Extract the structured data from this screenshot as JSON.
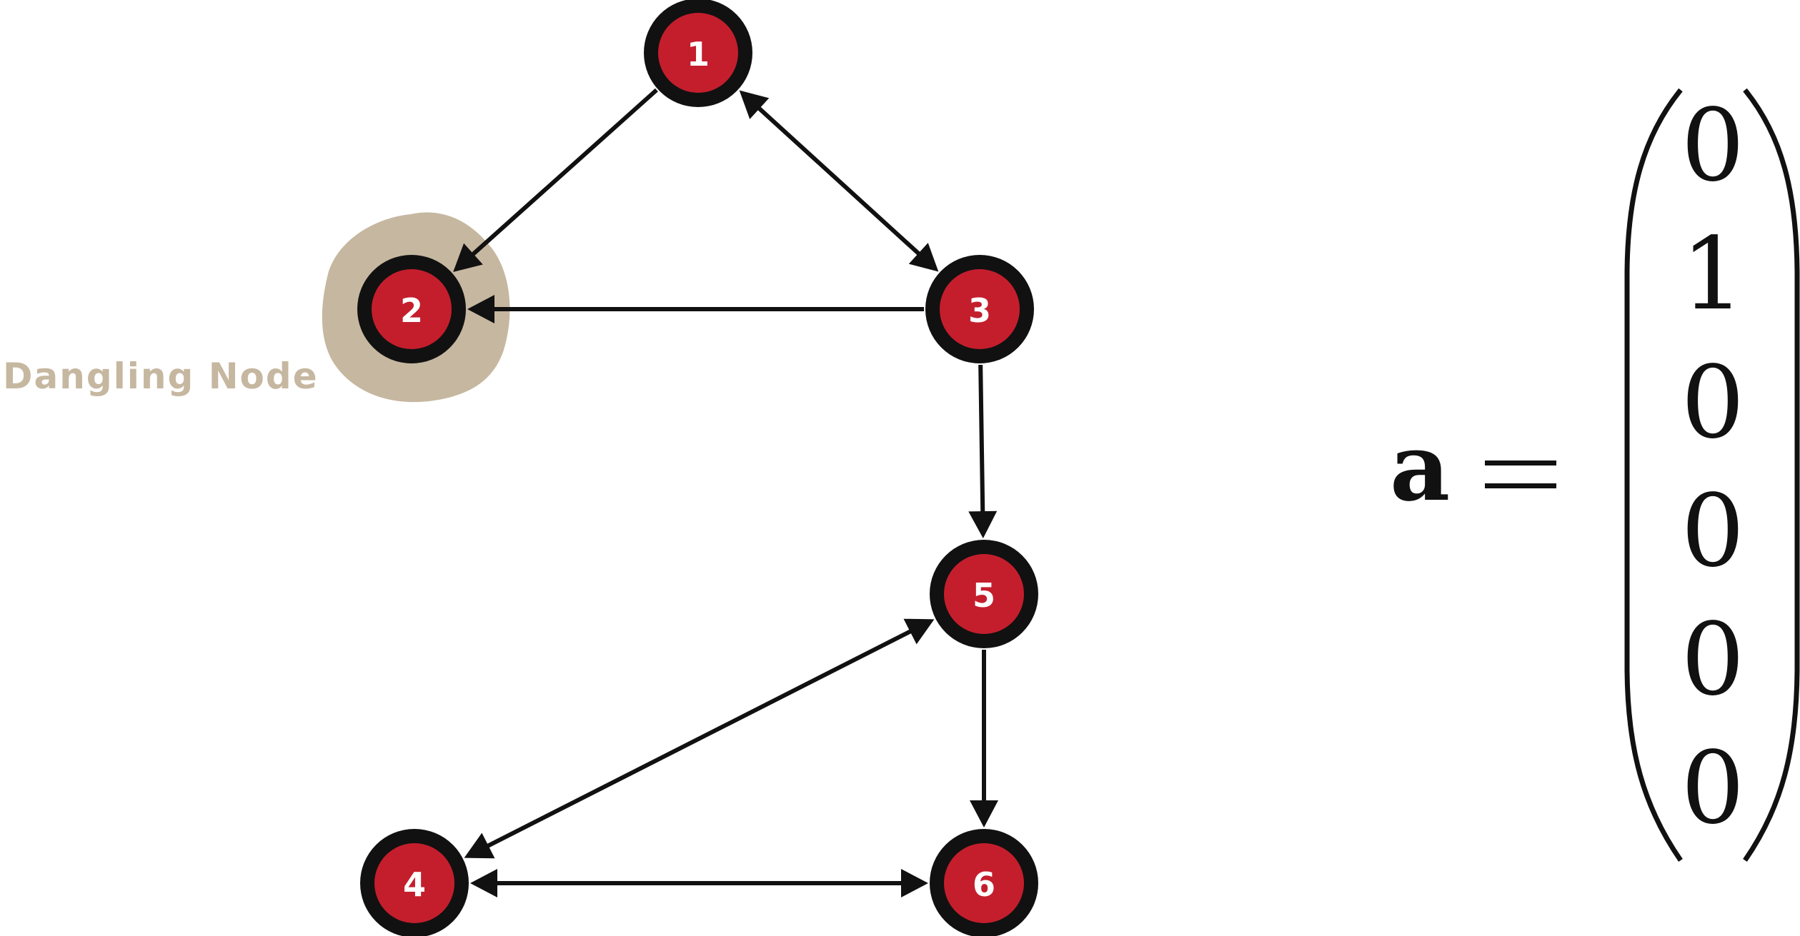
{
  "diagram": {
    "nodes": [
      {
        "id": "1",
        "label": "1"
      },
      {
        "id": "2",
        "label": "2"
      },
      {
        "id": "3",
        "label": "3"
      },
      {
        "id": "4",
        "label": "4"
      },
      {
        "id": "5",
        "label": "5"
      },
      {
        "id": "6",
        "label": "6"
      }
    ],
    "edges": [
      {
        "from": "1",
        "to": "2",
        "directed": true
      },
      {
        "from": "1",
        "to": "3",
        "directed": true,
        "bidirectional": true
      },
      {
        "from": "3",
        "to": "2",
        "directed": true
      },
      {
        "from": "3",
        "to": "5",
        "directed": true
      },
      {
        "from": "5",
        "to": "4",
        "directed": true,
        "bidirectional": true
      },
      {
        "from": "5",
        "to": "6",
        "directed": true
      },
      {
        "from": "4",
        "to": "6",
        "directed": true,
        "bidirectional": true
      }
    ],
    "highlight": {
      "node": "2",
      "label": "Dangling Node"
    }
  },
  "equation": {
    "variable": "a",
    "operator": "=",
    "vector": [
      "0",
      "1",
      "0",
      "0",
      "0",
      "0"
    ]
  },
  "colors": {
    "node_fill": "#c41e2d",
    "node_border": "#111111",
    "highlight": "#c6b7a0",
    "edge": "#111111"
  }
}
